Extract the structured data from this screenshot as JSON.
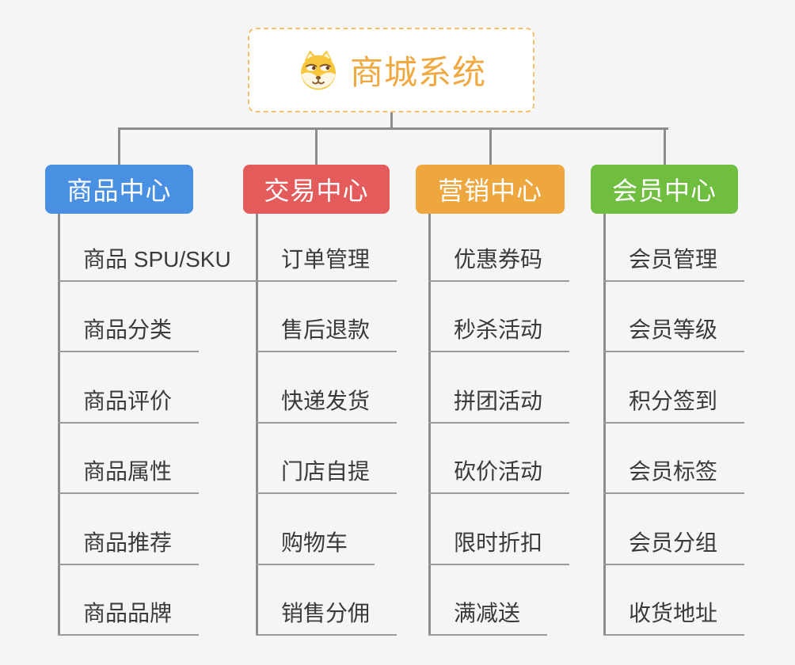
{
  "root": {
    "title": "商城系统",
    "icon": "dog-face-icon",
    "title_color": "#F0A841",
    "border_color": "#F3C070"
  },
  "connector_color": "#8C8C8C",
  "branches": [
    {
      "id": "product-center",
      "label": "商品中心",
      "color": "#4A90E2",
      "children": [
        "商品 SPU/SKU",
        "商品分类",
        "商品评价",
        "商品属性",
        "商品推荐",
        "商品品牌"
      ]
    },
    {
      "id": "trade-center",
      "label": "交易中心",
      "color": "#E45B5B",
      "children": [
        "订单管理",
        "售后退款",
        "快递发货",
        "门店自提",
        "购物车",
        "销售分佣"
      ]
    },
    {
      "id": "marketing-center",
      "label": "营销中心",
      "color": "#EEA73F",
      "children": [
        "优惠券码",
        "秒杀活动",
        "拼团活动",
        "砍价活动",
        "限时折扣",
        "满减送"
      ]
    },
    {
      "id": "member-center",
      "label": "会员中心",
      "color": "#6FBE3F",
      "children": [
        "会员管理",
        "会员等级",
        "积分签到",
        "会员标签",
        "会员分组",
        "收货地址"
      ]
    }
  ]
}
